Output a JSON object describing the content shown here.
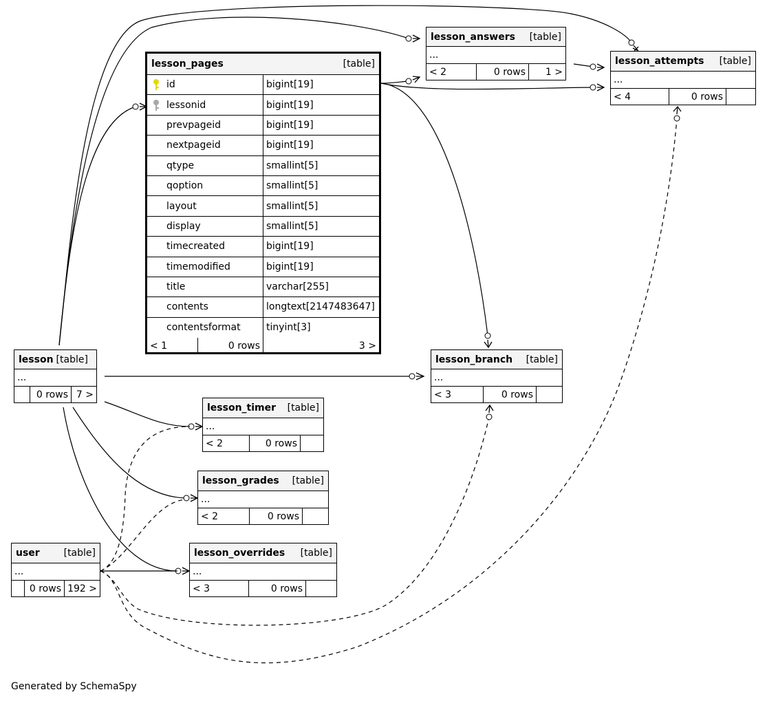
{
  "footer": "Generated by SchemaSpy",
  "colors": {
    "primary_key": "#e6d800",
    "foreign_key": "#a8a8a8",
    "header_bg": "#f4f4f4"
  },
  "lesson_pages": {
    "name": "lesson_pages",
    "type": "[table]",
    "columns": [
      {
        "name": "id",
        "type": "bigint[19]",
        "key": "primary-key-icon"
      },
      {
        "name": "lessonid",
        "type": "bigint[19]",
        "key": "foreign-key-icon"
      },
      {
        "name": "prevpageid",
        "type": "bigint[19]"
      },
      {
        "name": "nextpageid",
        "type": "bigint[19]"
      },
      {
        "name": "qtype",
        "type": "smallint[5]"
      },
      {
        "name": "qoption",
        "type": "smallint[5]"
      },
      {
        "name": "layout",
        "type": "smallint[5]"
      },
      {
        "name": "display",
        "type": "smallint[5]"
      },
      {
        "name": "timecreated",
        "type": "bigint[19]"
      },
      {
        "name": "timemodified",
        "type": "bigint[19]"
      },
      {
        "name": "title",
        "type": "varchar[255]"
      },
      {
        "name": "contents",
        "type": "longtext[2147483647]"
      },
      {
        "name": "contentsformat",
        "type": "tinyint[3]"
      }
    ],
    "parents": "< 1",
    "rows": "0 rows",
    "children": "3 >"
  },
  "lesson_answers": {
    "name": "lesson_answers",
    "type": "[table]",
    "body": "...",
    "parents": "< 2",
    "rows": "0 rows",
    "children": "1 >"
  },
  "lesson_attempts": {
    "name": "lesson_attempts",
    "type": "[table]",
    "body": "...",
    "parents": "< 4",
    "rows": "0 rows",
    "children": ""
  },
  "lesson": {
    "name": "lesson",
    "type": "[table]",
    "body": "...",
    "parents": "",
    "rows": "0 rows",
    "children": "7 >"
  },
  "lesson_branch": {
    "name": "lesson_branch",
    "type": "[table]",
    "body": "...",
    "parents": "< 3",
    "rows": "0 rows",
    "children": ""
  },
  "lesson_timer": {
    "name": "lesson_timer",
    "type": "[table]",
    "body": "...",
    "parents": "< 2",
    "rows": "0 rows",
    "children": ""
  },
  "lesson_grades": {
    "name": "lesson_grades",
    "type": "[table]",
    "body": "...",
    "parents": "< 2",
    "rows": "0 rows",
    "children": ""
  },
  "user": {
    "name": "user",
    "type": "[table]",
    "body": "...",
    "parents": "",
    "rows": "0 rows",
    "children": "192 >"
  },
  "lesson_overrides": {
    "name": "lesson_overrides",
    "type": "[table]",
    "body": "...",
    "parents": "< 3",
    "rows": "0 rows",
    "children": ""
  }
}
